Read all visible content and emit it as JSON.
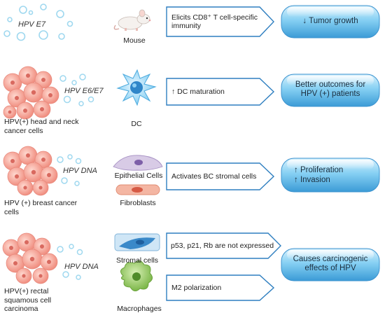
{
  "rows": [
    {
      "source_label": "",
      "virus_label": "HPV E7",
      "cell_labels": [
        "Mouse"
      ],
      "effects": [
        "Elicits CD8⁺ T cell-specific immunity"
      ],
      "outcome": "↓ Tumor growth"
    },
    {
      "source_label": "HPV(+) head and neck cancer cells",
      "virus_label": "HPV E6/E7",
      "cell_labels": [
        "DC"
      ],
      "effects": [
        "↑ DC maturation"
      ],
      "outcome": "Better outcomes for HPV (+) patients"
    },
    {
      "source_label": "HPV (+) breast cancer cells",
      "virus_label": "HPV DNA",
      "cell_labels": [
        "Epithelial Cells",
        "Fibroblasts"
      ],
      "effects": [
        "Activates BC stromal cells"
      ],
      "outcome_lines": [
        "↑ Proliferation",
        "↑ Invasion"
      ]
    },
    {
      "source_label": "HPV(+) rectal squamous cell carcinoma",
      "virus_label": "HPV DNA",
      "cell_labels": [
        "Stromal cells",
        "Macrophages"
      ],
      "effects": [
        "p53, p21, Rb are not expressed",
        "M2 polarization"
      ],
      "outcome": "Causes carcinogenic effects of HPV"
    }
  ],
  "colors": {
    "arrow_stroke": "#2f7fc0",
    "pill_light": "#bfe6fb",
    "pill_mid": "#6cc3ef",
    "pill_dark": "#2a8fd0",
    "cancer_cell": "#f3a89b",
    "cancer_nucleus": "#e0716a",
    "virus_ring": "#9fd8ef",
    "dc_cell": "#6ec6f0",
    "macrophage": "#9ccf63"
  },
  "icons": {
    "mouse": "mouse-icon",
    "dc": "dendritic-cell-icon",
    "epithelial": "epithelial-cell-icon",
    "fibroblast": "fibroblast-icon",
    "stromal": "stromal-cell-icon",
    "macrophage": "macrophage-icon",
    "cancer": "cancer-cell-cluster-icon",
    "virus": "virus-particle-icon"
  }
}
